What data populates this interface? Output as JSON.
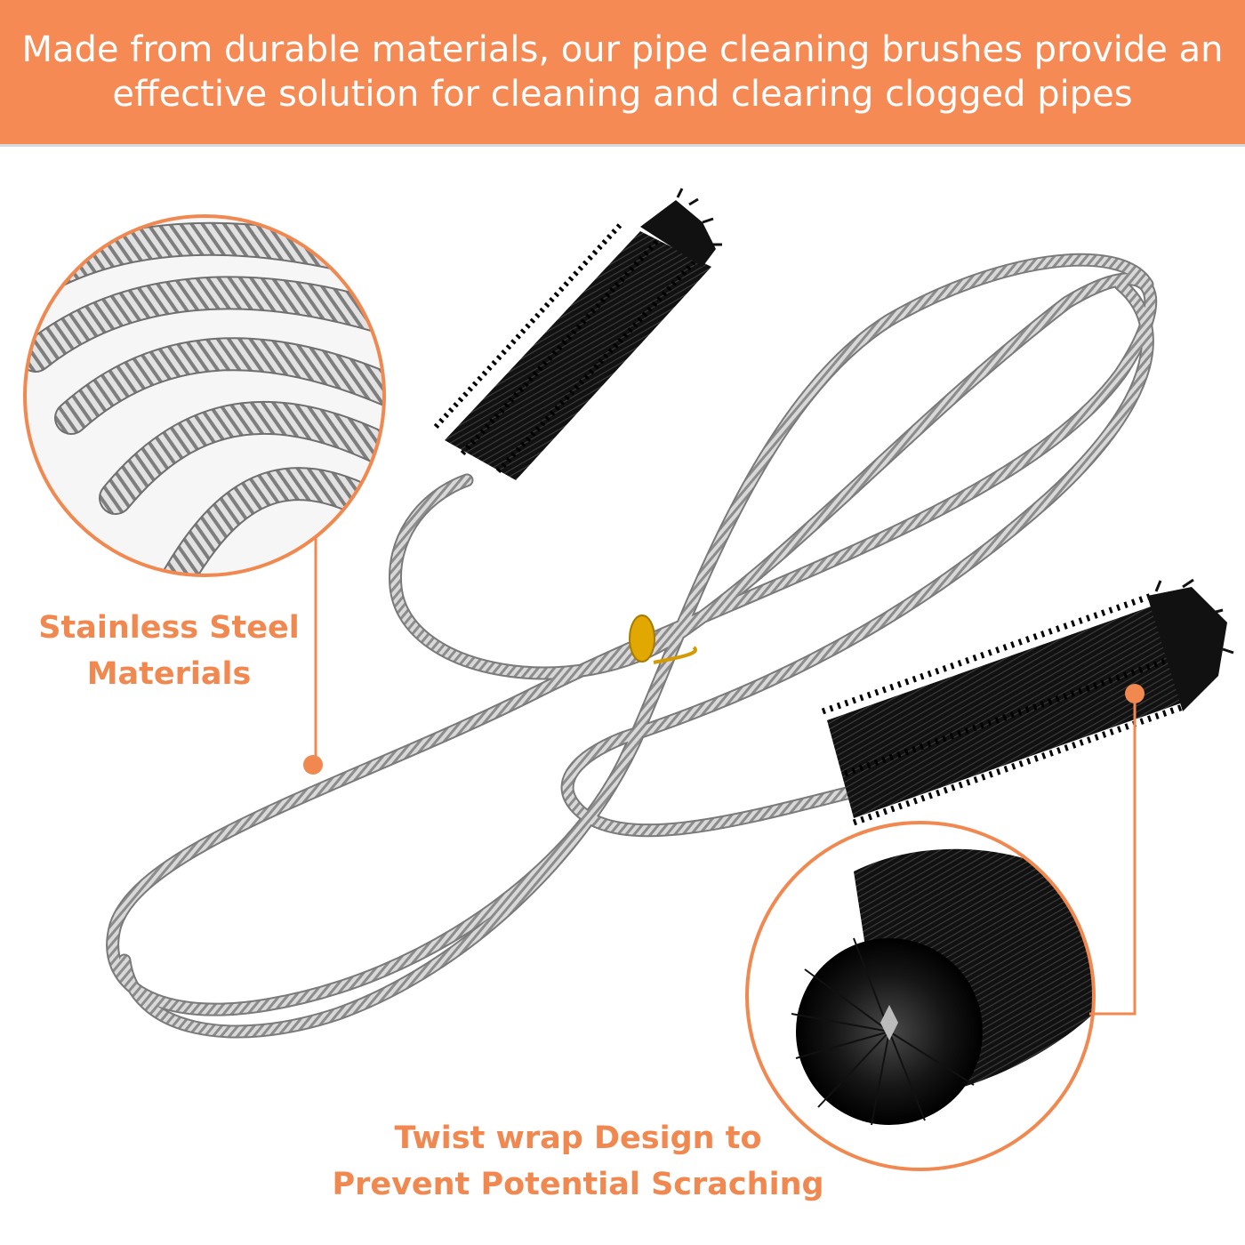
{
  "banner": {
    "line1": "Made from durable materials, our pipe cleaning brushes provide an",
    "line2": "effective solution for cleaning and clearing clogged pipes"
  },
  "callouts": {
    "steel": {
      "line1": "Stainless Steel",
      "line2": "Materials"
    },
    "twist": {
      "line1": "Twist wrap Design to",
      "line2": "Prevent Potential Scraching"
    }
  },
  "colors": {
    "accent": "#f58a55",
    "callout_text": "#f08850",
    "brush": "#111111",
    "steel": "#9a9a9a",
    "tie": "#e0a800"
  }
}
